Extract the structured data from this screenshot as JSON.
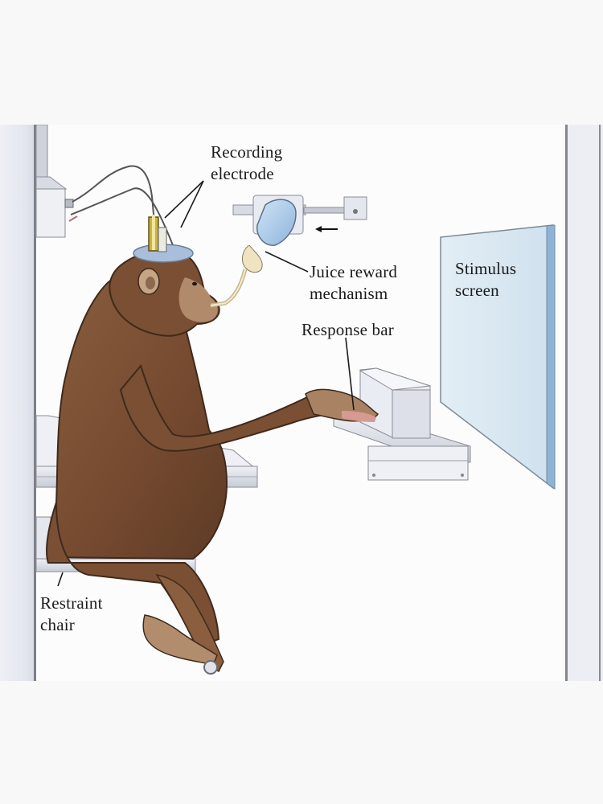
{
  "figure": {
    "subject": "Monkey seated in restraint chair performing a task while neural activity is recorded",
    "labels": {
      "recording_electrode": "Recording\nelectrode",
      "juice_reward": "Juice reward\nmechanism",
      "response_bar": "Response bar",
      "stimulus_screen": "Stimulus\nscreen",
      "restraint_chair": "Restraint\nchair"
    },
    "colors": {
      "page_background": "#f8f8f8",
      "canvas_background": "#fcfcfd",
      "monkey_fur": "#7a5236",
      "monkey_fur_dark": "#4e3322",
      "monkey_face": "#c9a484",
      "electrode_gold": "#c9b347",
      "cap_blue": "#a9bedb",
      "screen_blue": "#dbe9f2",
      "screen_edge": "#8fb3d6",
      "metal_gray": "#d9dce3",
      "label_text": "#1b1b1b"
    }
  }
}
